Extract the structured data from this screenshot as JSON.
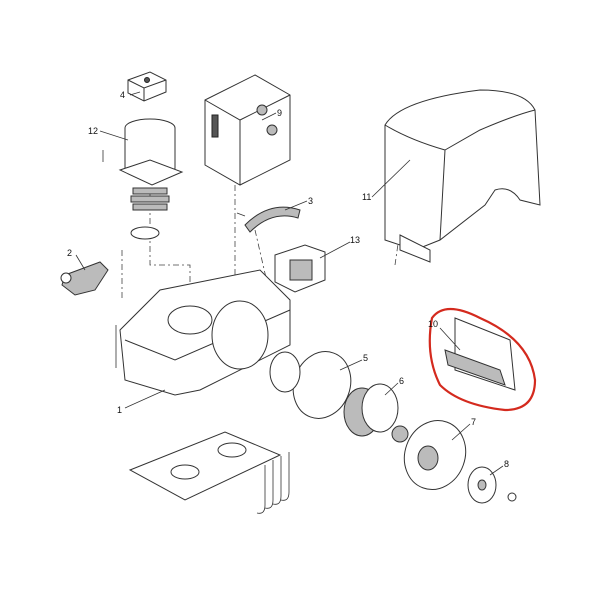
{
  "diagram": {
    "type": "exploded-parts-view",
    "labels": {
      "p1": "1",
      "p2": "2",
      "p3": "3",
      "p4": "4",
      "p5": "5",
      "p6": "6",
      "p7": "7",
      "p8": "8",
      "p9": "9",
      "p10": "10",
      "p11": "11",
      "p12": "12",
      "p13": "13"
    },
    "highlight_color": "#d42a1e",
    "highlighted_part": "10"
  }
}
